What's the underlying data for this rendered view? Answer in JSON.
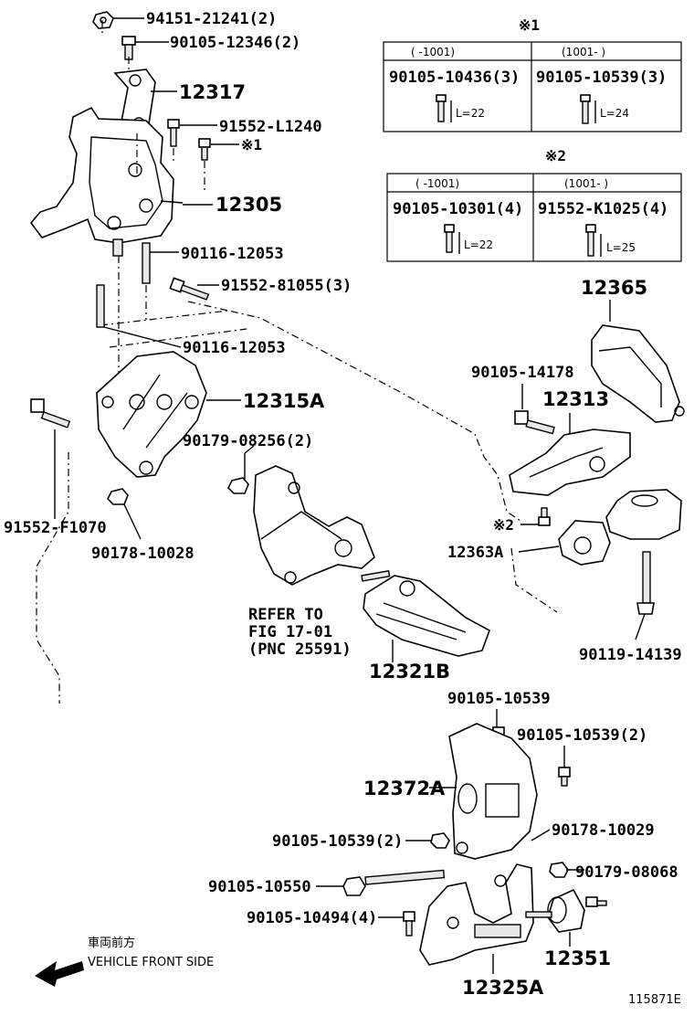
{
  "labels": {
    "p_94151": "94151-21241(2)",
    "p_90105_12346": "90105-12346(2)",
    "p_12317": "12317",
    "p_91552_L1240": "91552-L1240",
    "p_mark1_callout": "※1",
    "p_12305": "12305",
    "p_90116_a": "90116-12053",
    "p_91552_81055": "91552-81055(3)",
    "p_90116_b": "90116-12053",
    "p_12315A": "12315A",
    "p_90179_08256": "90179-08256(2)",
    "p_91552_F1070": "91552-F1070",
    "p_90178_10028": "90178-10028",
    "p_refer1": "REFER TO",
    "p_refer2": "FIG 17-01",
    "p_refer3": "(PNC 25591)",
    "p_12321B": "12321B",
    "p_12365": "12365",
    "p_90105_14178": "90105-14178",
    "p_12313": "12313",
    "p_mark2_callout": "※2",
    "p_12363A": "12363A",
    "p_90119_14139": "90119-14139",
    "p_90105_10539_a": "90105-10539",
    "p_90105_10539_b": "90105-10539(2)",
    "p_12372A": "12372A",
    "p_90105_10539_c": "90105-10539(2)",
    "p_90178_10029": "90178-10029",
    "p_90105_10550": "90105-10550",
    "p_90179_08068": "90179-08068",
    "p_90105_10494": "90105-10494(4)",
    "p_12351": "12351",
    "p_12325A": "12325A",
    "front_jp": "車両前方",
    "front_en": "VEHICLE FRONT SIDE",
    "figure_id": "115871E"
  },
  "table1": {
    "mark": "※1",
    "col1_header": "(     -1001)",
    "col2_header": "(1001-     )",
    "col1_part": "90105-10436(3)",
    "col2_part": "90105-10539(3)",
    "col1_len": "L=22",
    "col2_len": "L=24"
  },
  "table2": {
    "mark": "※2",
    "col1_header": "(     -1001)",
    "col2_header": "(1001-     )",
    "col1_part": "90105-10301(4)",
    "col2_part": "91552-K1025(4)",
    "col1_len": "L=22",
    "col2_len": "L=25"
  }
}
